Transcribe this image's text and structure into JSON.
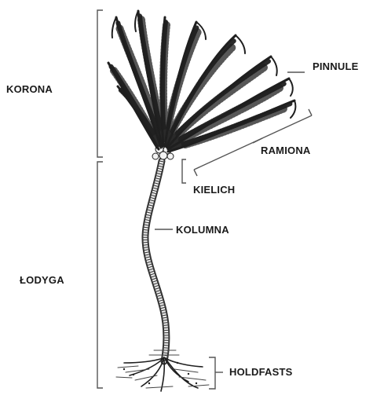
{
  "labels": {
    "korona": "KORONA",
    "lodyga": "ŁODYGA",
    "pinnule": "PINNULE",
    "ramiona": "RAMIONA",
    "kielich": "KIELICH",
    "kolumna": "KOLUMNA",
    "holdfasts": "HOLDFASTS"
  },
  "colors": {
    "ink": "#1a1a1a",
    "line": "#555555",
    "background": "#ffffff"
  }
}
